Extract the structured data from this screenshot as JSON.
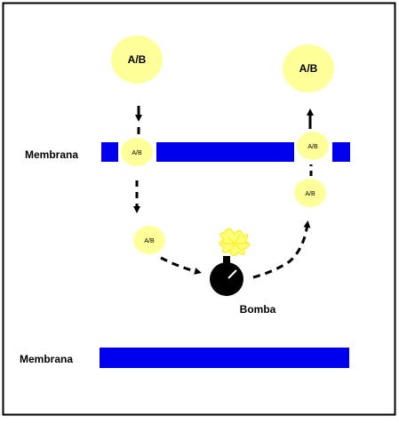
{
  "labels": {
    "membrane_top": "Membrana",
    "membrane_bottom": "Membrana",
    "pump": "Bomba"
  },
  "molecules": {
    "large_left": "A/B",
    "large_right": "A/B",
    "small_in_membrane_left": "A/B",
    "small_in_membrane_right": "A/B",
    "small_left_lower": "A/B",
    "small_right_lower": "A/B"
  },
  "icons": {
    "pump": "bomb-icon",
    "spark": "spark-icon"
  },
  "colors": {
    "membrane": "#0000ee",
    "molecule": "#ffff99",
    "bomb": "#000000",
    "spark": "#ffff44",
    "border": "#000000",
    "background": "#ffffff"
  }
}
